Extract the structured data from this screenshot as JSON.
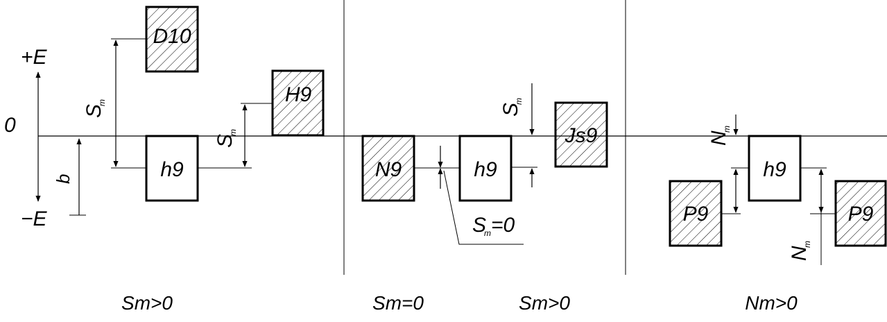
{
  "axis": {
    "plus": "+E",
    "zero": "0",
    "minus": "−E",
    "width_mark": "b"
  },
  "fields": {
    "D10": "D10",
    "h9": "h9",
    "H9": "H9",
    "N9": "N9",
    "Js9": "Js9",
    "P9": "P9"
  },
  "dims": {
    "S": "S",
    "N": "N",
    "sub_m": "m",
    "s_zero": "=0"
  },
  "captions": {
    "c1": "Sm>0",
    "c2": "Sm=0",
    "c3": "Sm>0",
    "c4": "Nm>0"
  },
  "colors": {
    "stroke": "#000000",
    "box_fill": "#ffffff",
    "hatch": "#000000"
  }
}
